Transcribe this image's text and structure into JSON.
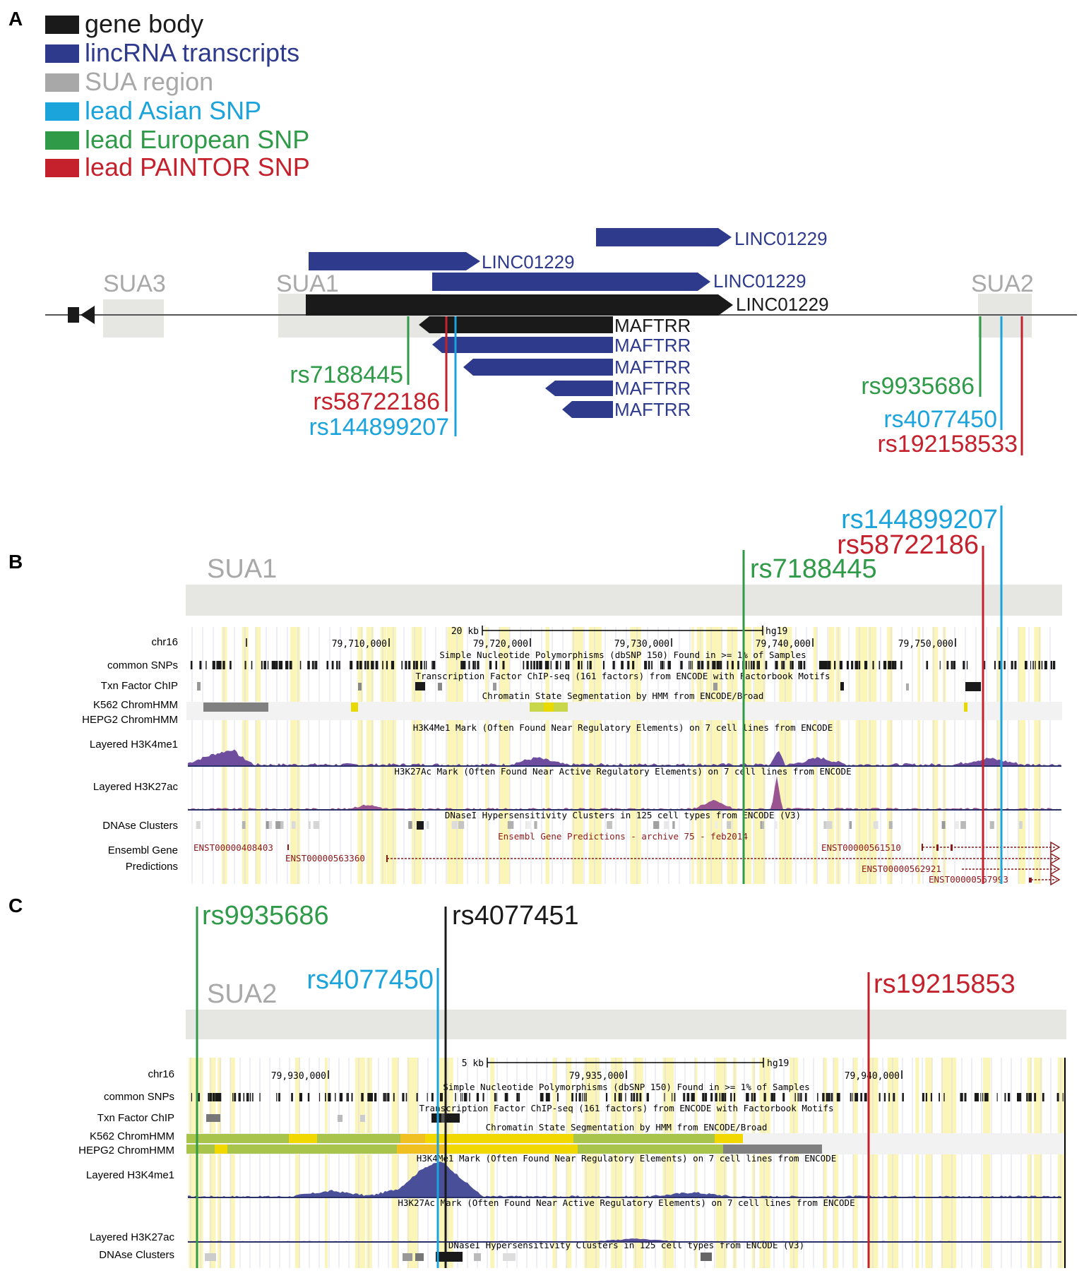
{
  "panels": {
    "A": "A",
    "B": "B",
    "C": "C"
  },
  "colors": {
    "gene_body": "#1a1a1a",
    "lincrna": "#2e3a8c",
    "sua": "#a8a8a8",
    "sua_box": "#e6e6e3",
    "asian": "#1ba3dc",
    "european": "#2f9a48",
    "paintor": "#c4212c",
    "ensembl": "#8b1a1a",
    "highlight": "#fbf6b8"
  },
  "legend": [
    {
      "label": "gene body",
      "color": "#1a1a1a"
    },
    {
      "label": "lincRNA transcripts",
      "color": "#2e3a8c"
    },
    {
      "label": "SUA region",
      "color": "#a8a8a8"
    },
    {
      "label": "lead Asian SNP",
      "color": "#1ba3dc"
    },
    {
      "label": "lead European SNP",
      "color": "#2f9a48"
    },
    {
      "label": "lead PAINTOR SNP",
      "color": "#c4212c"
    }
  ],
  "panel_a": {
    "regions": [
      "SUA3",
      "SUA1",
      "SUA2"
    ],
    "linc_labels": [
      "LINC01229",
      "LINC01229",
      "LINC01229",
      "LINC01229"
    ],
    "maftrr_labels": [
      "MAFTRR",
      "MAFTRR",
      "MAFTRR",
      "MAFTRR",
      "MAFTRR"
    ],
    "snps_left": [
      "rs7188445",
      "rs58722186",
      "rs144899207"
    ],
    "snps_right": [
      "rs9935686",
      "rs4077450",
      "rs192158533"
    ]
  },
  "panel_b": {
    "region": "SUA1",
    "snps": [
      "rs144899207",
      "rs58722186",
      "rs7188445"
    ],
    "chrom": "chr16",
    "scale": "20 kb",
    "assembly": "hg19",
    "ticks": [
      "79,710,000",
      "79,720,000",
      "79,730,000",
      "79,740,000",
      "79,750,000"
    ],
    "tracks": [
      "common SNPs",
      "Txn Factor ChIP",
      "K562 ChromHMM",
      "HEPG2 ChromHMM",
      "Layered H3K4me1",
      "Layered H3K27ac",
      "DNAse Clusters",
      "Ensembl Gene",
      "Predictions"
    ],
    "track_titles": [
      "Simple Nucleotide Polymorphisms (dbSNP 150) Found in >= 1% of Samples",
      "Transcription Factor ChIP-seq (161 factors) from ENCODE with Factorbook Motifs",
      "Chromatin State Segmentation by HMM from ENCODE/Broad",
      "H3K4Me1 Mark (Often Found Near Regulatory Elements) on 7 cell lines from ENCODE",
      "H3K27Ac Mark (Often Found Near Active Regulatory Elements) on 7 cell lines from ENCODE",
      "DNaseI Hypersensitivity Clusters in 125 cell types from ENCODE (V3)",
      "Ensembl Gene Predictions - archive 75 - feb2014"
    ],
    "transcripts": [
      "ENST00000408403",
      "ENST00000563360",
      "ENST00000561510",
      "ENST00000562921",
      "ENST00000567993"
    ]
  },
  "panel_c": {
    "region": "SUA2",
    "snps": [
      "rs9935686",
      "rs4077451",
      "rs4077450",
      "rs19215853"
    ],
    "chrom": "chr16",
    "scale": "5 kb",
    "assembly": "hg19",
    "ticks": [
      "79,930,000",
      "79,935,000",
      "79,940,000"
    ],
    "tracks": [
      "common SNPs",
      "Txn Factor ChIP",
      "K562 ChromHMM",
      "HEPG2 ChromHMM",
      "Layered H3K4me1",
      "Layered H3K27ac",
      "DNAse Clusters"
    ],
    "track_titles": [
      "Simple Nucleotide Polymorphisms (dbSNP 150) Found in >= 1% of Samples",
      "Transcription Factor ChIP-seq (161 factors) from ENCODE with Factorbook Motifs",
      "Chromatin State Segmentation by HMM from ENCODE/Broad",
      "H3K4Me1 Mark (Often Found Near Regulatory Elements) on 7 cell lines from ENCODE",
      "H3K27Ac Mark (Often Found Near Active Regulatory Elements) on 7 cell lines from ENCODE",
      "DNaseI Hypersensitivity Clusters in 125 cell types from ENCODE (V3)"
    ]
  }
}
